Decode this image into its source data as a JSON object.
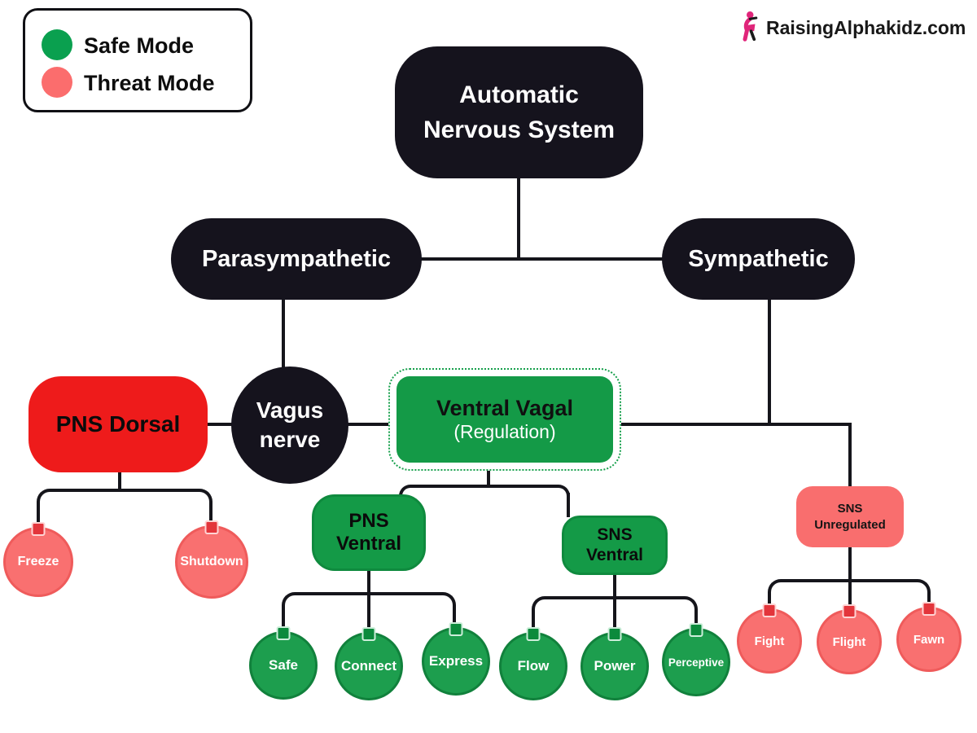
{
  "legend": {
    "safe_label": "Safe Mode",
    "threat_label": "Threat Mode"
  },
  "branding": {
    "site": "RaisingAlphakidz.com"
  },
  "colors": {
    "node_black": "#15131d",
    "green": "#149a47",
    "red": "#ee1b1b",
    "salmon": "#f96e6e",
    "legend_green": "#0aa04f",
    "legend_red": "#fb6d6d",
    "brand_pink": "#e0257a"
  },
  "nodes": {
    "root_line1": "Automatic",
    "root_line2": "Nervous System",
    "parasympathetic": "Parasympathetic",
    "sympathetic": "Sympathetic",
    "vagus": "Vagus nerve",
    "pns_dorsal": "PNS Dorsal",
    "ventral_vagal": "Ventral Vagal",
    "ventral_vagal_sub": "(Regulation)",
    "pns_ventral": "PNS Ventral",
    "sns_ventral": "SNS Ventral",
    "sns_unregulated": "SNS Unregulated",
    "freeze": "Freeze",
    "shutdown": "Shutdown",
    "safe": "Safe",
    "connect": "Connect",
    "express": "Express",
    "flow": "Flow",
    "power": "Power",
    "perceptive": "Perceptive",
    "fight": "Fight",
    "flight": "Flight",
    "fawn": "Fawn"
  }
}
